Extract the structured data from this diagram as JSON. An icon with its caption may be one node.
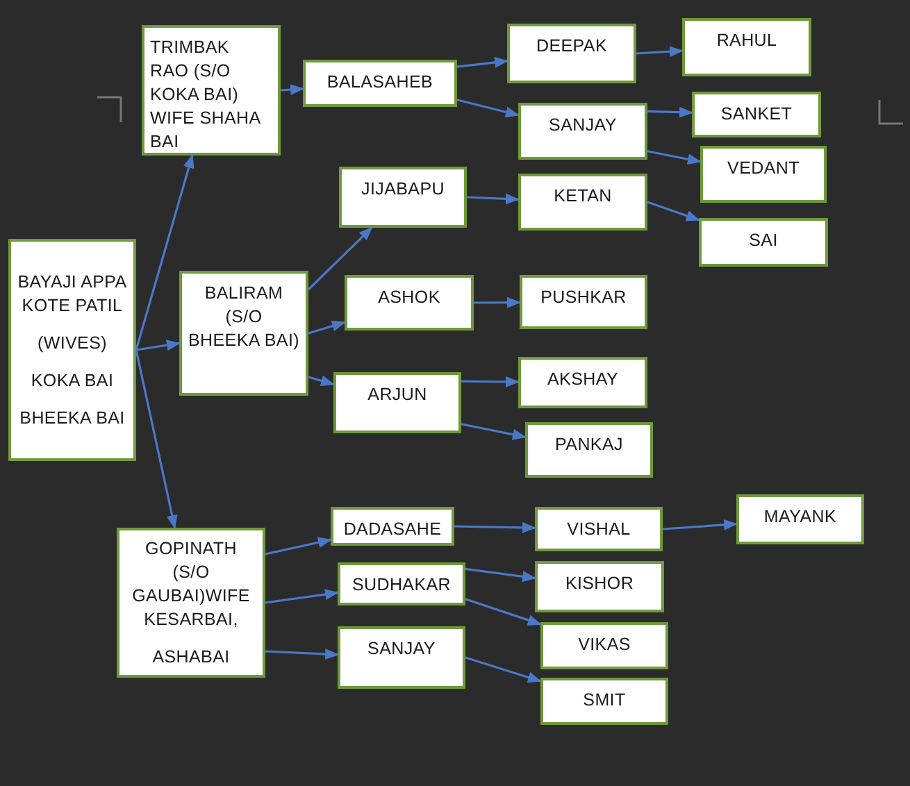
{
  "diagram": {
    "nodes": [
      {
        "text": [
          "BAYAJI APPA KOTE PATIL",
          "(WIVES)",
          "KOKA BAI",
          "BHEEKA BAI"
        ]
      },
      {
        "text": [
          "TRIMBAK RAO (S/O KOKA BAI) WIFE SHAHA BAI"
        ]
      },
      {
        "text": [
          "BALASAHEB"
        ]
      },
      {
        "text": [
          "DEEPAK"
        ]
      },
      {
        "text": [
          "RAHUL"
        ]
      },
      {
        "text": [
          "SANJAY"
        ]
      },
      {
        "text": [
          "SANKET"
        ]
      },
      {
        "text": [
          "VEDANT"
        ]
      },
      {
        "text": [
          "BALIRAM (S/O BHEEKA BAI)"
        ]
      },
      {
        "text": [
          "JIJABAPU"
        ]
      },
      {
        "text": [
          "KETAN"
        ]
      },
      {
        "text": [
          "SAI"
        ]
      },
      {
        "text": [
          "ASHOK"
        ]
      },
      {
        "text": [
          "PUSHKAR"
        ]
      },
      {
        "text": [
          "ARJUN"
        ]
      },
      {
        "text": [
          "AKSHAY"
        ]
      },
      {
        "text": [
          "PANKAJ"
        ]
      },
      {
        "text": [
          "GOPINATH (S/O GAUBAI)WIFE KESARBAI,",
          "ASHABAI"
        ]
      },
      {
        "text": [
          "DADASAHE"
        ]
      },
      {
        "text": [
          "VISHAL"
        ]
      },
      {
        "text": [
          "MAYANK"
        ]
      },
      {
        "text": [
          "SUDHAKAR"
        ]
      },
      {
        "text": [
          "KISHOR"
        ]
      },
      {
        "text": [
          "VIKAS"
        ]
      },
      {
        "text": [
          "SANJAY"
        ]
      },
      {
        "text": [
          "SMIT"
        ]
      }
    ],
    "edges": [
      {
        "from": 0,
        "to": 1,
        "arrow": "to"
      },
      {
        "from": 0,
        "to": 8,
        "arrow": "to"
      },
      {
        "from": 0,
        "to": 17,
        "arrow": "to"
      },
      {
        "from": 1,
        "to": 2,
        "arrow": "to"
      },
      {
        "from": 2,
        "to": 3,
        "arrow": "to"
      },
      {
        "from": 2,
        "to": 5,
        "arrow": "to"
      },
      {
        "from": 3,
        "to": 4,
        "arrow": "to"
      },
      {
        "from": 5,
        "to": 6,
        "arrow": "to"
      },
      {
        "from": 5,
        "to": 7,
        "arrow": "to"
      },
      {
        "from": 8,
        "to": 9,
        "arrow": "to"
      },
      {
        "from": 8,
        "to": 12,
        "arrow": "to"
      },
      {
        "from": 8,
        "to": 14,
        "arrow": "to"
      },
      {
        "from": 9,
        "to": 10,
        "arrow": "to"
      },
      {
        "from": 10,
        "to": 11,
        "arrow": "to"
      },
      {
        "from": 12,
        "to": 13,
        "arrow": "to"
      },
      {
        "from": 14,
        "to": 15,
        "arrow": "to"
      },
      {
        "from": 14,
        "to": 16,
        "arrow": "to"
      },
      {
        "from": 17,
        "to": 18,
        "arrow": "to"
      },
      {
        "from": 17,
        "to": 21,
        "arrow": "to"
      },
      {
        "from": 17,
        "to": 24,
        "arrow": "to"
      },
      {
        "from": 18,
        "to": 19,
        "arrow": "to"
      },
      {
        "from": 19,
        "to": 20,
        "arrow": "to"
      },
      {
        "from": 21,
        "to": 22,
        "arrow": "to"
      },
      {
        "from": 21,
        "to": 23,
        "arrow": "to"
      },
      {
        "from": 24,
        "to": 25,
        "arrow": "to"
      }
    ]
  }
}
